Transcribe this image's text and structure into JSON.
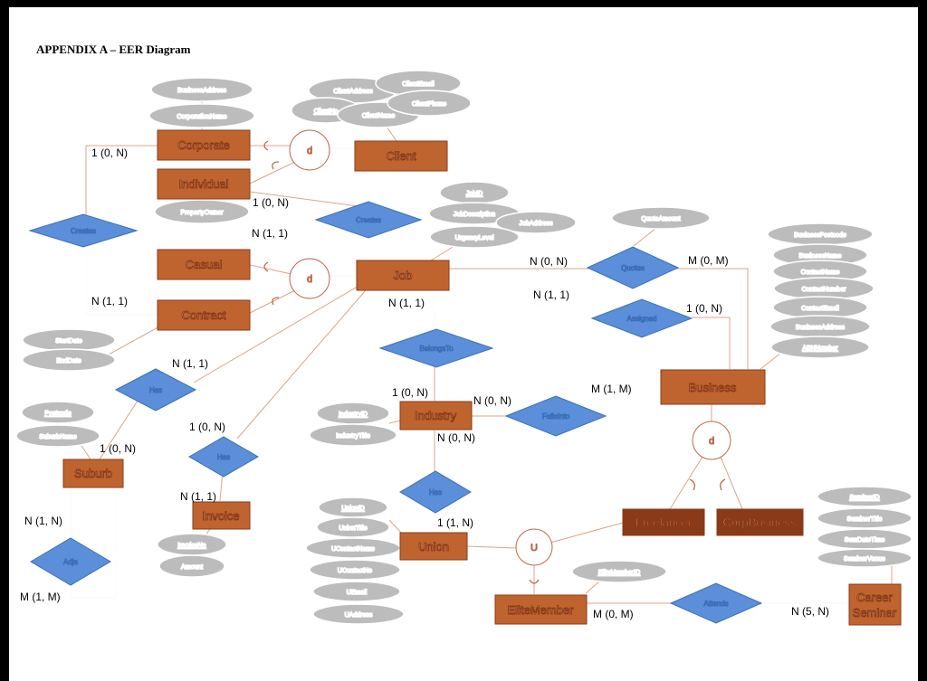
{
  "title": "APPENDIX A – EER Diagram",
  "colors": {
    "entity": "#c0642f",
    "entity_dark": "#8a3a18",
    "relationship": "#5b8fd9",
    "attribute": "#bcbcbc",
    "connector": "#d9a58c"
  },
  "entities": {
    "corporate": "Corporate",
    "individual": "Individual",
    "client": "Client",
    "casual": "Casual",
    "contract": "Contract",
    "job": "Job",
    "business": "Business",
    "industry": "Industry",
    "suburb": "Suburb",
    "invoice": "Invoice",
    "union": "Union",
    "freelancer": "Freelancer",
    "corpbusiness": "CorpBusiness",
    "elitemember": "EliteMember",
    "career_seminar_1": "Career",
    "career_seminar_2": "Seminar"
  },
  "relationships": {
    "creates_left": "Creates",
    "creates_mid": "Creates",
    "quotes": "Quotes",
    "assigned": "Assigned",
    "belongsto": "BelongsTo",
    "fallsinto": "FallsInto",
    "has_suburb": "Has",
    "has_invoice": "Has",
    "has_union": "Has",
    "adja": "Adja",
    "attends": "Attends"
  },
  "specializations": {
    "client": "d",
    "job": "d",
    "business": "d",
    "elite": "U"
  },
  "attributes": {
    "business_address": "BusinessAddress",
    "corporation_name": "CorporationName",
    "client_address": "ClientAddress",
    "client_email": "ClientEmail",
    "client_no": "ClientNo",
    "client_name": "ClientName",
    "client_phone": "ClientPhone",
    "property_owner": "PropertyOwner",
    "job_id": "JobID",
    "job_description": "JobDescription",
    "job_address": "JobAddress",
    "urgency_level": "UrgencyLevel",
    "quote_amount": "QuoteAmount",
    "business_postcode": "BusinessPostcode",
    "business_name": "BusinessName",
    "contact_name": "ContactName",
    "contact_number": "ContactNumber",
    "contact_email": "ContactEmail",
    "business_address_2": "BusinessAddress",
    "abn_number": "ABNNumber",
    "start_date": "StartDate",
    "end_date": "EndDate",
    "postcode": "Postcode",
    "suburb_name": "SuburbName",
    "industry_id": "IndustryID",
    "industry_title": "IndustryTitle",
    "invoice_no": "InvoiceNo",
    "amount": "Amount",
    "union_id": "UnionID",
    "union_title": "UnionTitle",
    "u_contact_name": "UContactName",
    "u_contact_no": "UContactNo",
    "u_email": "UEmail",
    "u_address": "UAddress",
    "elite_member_id": "EliteMemberID",
    "seminar_id": "SeminarID",
    "seminar_title": "SeminarTitle",
    "sem_date_time": "SemDateTime",
    "seminar_venue": "SeminarVenue"
  },
  "cardinalities": {
    "corporate_creates": "1 (0, N)",
    "individual_creates": "1 (0, N)",
    "creates_casual": "N (1, 1)",
    "contract_creates": "N (1, 1)",
    "job_quotes": "N (0, N)",
    "quotes_business": "M (0, M)",
    "job_assigned": "N (1, 1)",
    "assigned_business": "1 (0, N)",
    "job_belongsto": "N (1, 1)",
    "belongsto_industry": "1 (0, N)",
    "industry_fallsinto": "N (0, N)",
    "fallsinto_business": "M (1, M)",
    "industry_has": "N (0, N)",
    "has_union": "1 (1, N)",
    "has_suburb_top": "N (1, 1)",
    "suburb_has": "1 (0, N)",
    "job_has_invoice": "1 (0, N)",
    "has_invoice": "N (1, 1)",
    "suburb_adja_n": "N (1, N)",
    "suburb_adja_m": "M (1, M)",
    "elite_attends": "M (0, M)",
    "attends_seminar": "N (5, N)"
  }
}
